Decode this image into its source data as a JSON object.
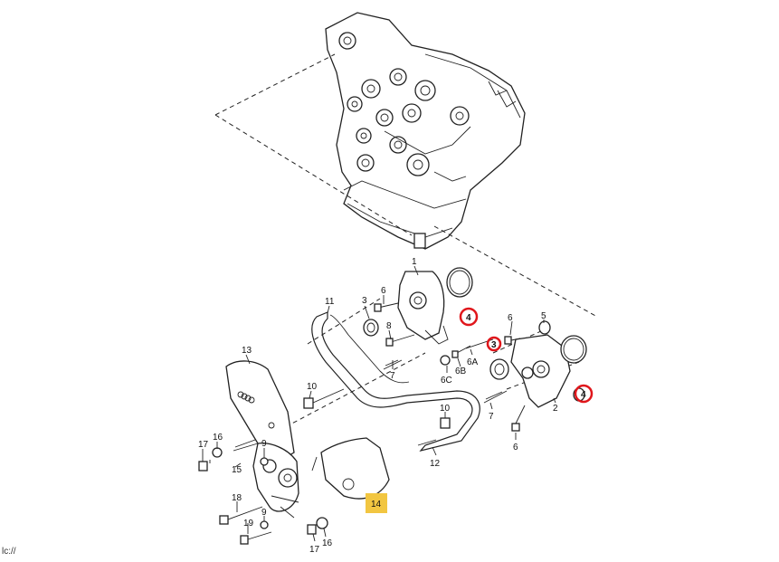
{
  "callouts": {
    "c1": "1",
    "c2": "2",
    "c3a": "3",
    "c3b": "3",
    "c4a": "4",
    "c4b": "4",
    "c5": "5",
    "c6a": "6",
    "c6b": "6",
    "c6c": "6",
    "c6A": "6A",
    "c6B": "6B",
    "c6C": "6C",
    "c7a": "7",
    "c7b": "7",
    "c8": "8",
    "c9a": "9",
    "c9b": "9",
    "c10a": "10",
    "c10b": "10",
    "c11": "11",
    "c12": "12",
    "c13": "13",
    "c14": "14",
    "c15": "15",
    "c16a": "16",
    "c16b": "16",
    "c17a": "17",
    "c17b": "17",
    "c18": "18",
    "c19": "19"
  },
  "highlight_color": "#e0161b",
  "tag_color": "#f2c641",
  "corner_text": "lc://"
}
